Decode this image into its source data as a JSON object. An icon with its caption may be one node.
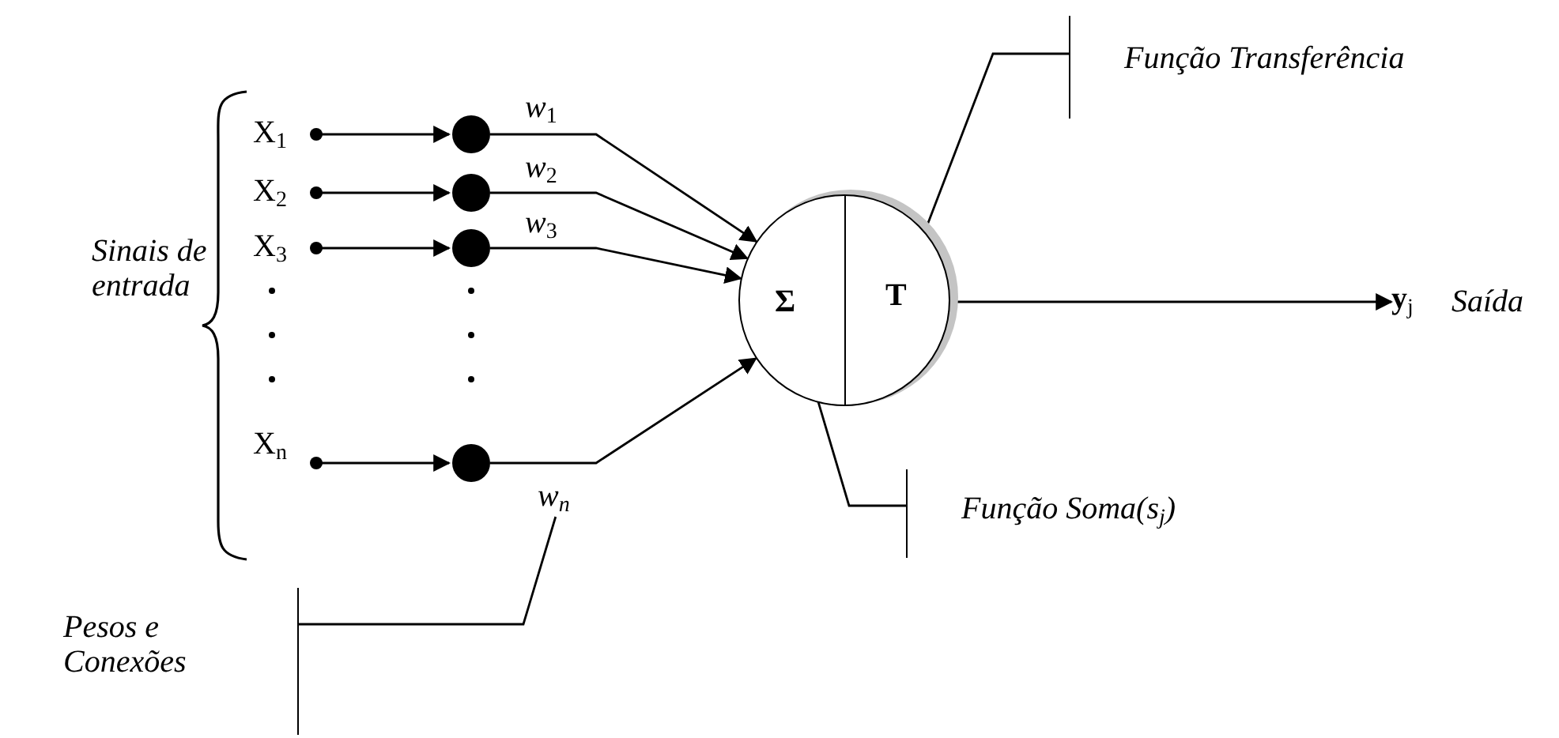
{
  "diagram": {
    "nodes": [
      {
        "text": [
          "X$_{1}$"
        ]
      },
      {
        "text": [
          "X$_{2}$"
        ]
      },
      {
        "text": [
          "X$_{3}$"
        ]
      },
      {
        "text": [
          "X$_{n}$"
        ]
      },
      {
        "text": [],
        "shape": "circle"
      },
      {
        "text": [],
        "shape": "circle"
      },
      {
        "text": [],
        "shape": "circle"
      },
      {
        "text": [],
        "shape": "circle"
      },
      {
        "text": [],
        "shape": "circle"
      },
      {
        "text": [
          "Σ"
        ],
        "in": 8
      },
      {
        "text": [
          "T"
        ],
        "in": 8
      },
      {
        "text": [
          "**y**$_{j}$"
        ],
        "beside": [
          "Saída"
        ]
      },
      {
        "text": [
          "*w*$_{n}$"
        ]
      },
      {
        "text": [
          "Pesos e Conexões"
        ]
      },
      {
        "text": [
          "Função Soma(s$_{j}$)"
        ]
      },
      {
        "text": [
          "Função Transferência"
        ]
      }
    ],
    "edges": [
      {
        "from": 0,
        "to": 4,
        "arrow": "to"
      },
      {
        "from": 1,
        "to": 5,
        "arrow": "to"
      },
      {
        "from": 2,
        "to": 6,
        "arrow": "to"
      },
      {
        "from": 3,
        "to": 7,
        "arrow": "to"
      },
      {
        "from": 4,
        "to": 8,
        "arrow": "to",
        "label": "*w*$_{1}$"
      },
      {
        "from": 5,
        "to": 8,
        "arrow": "to",
        "label": "*w*$_{2}$"
      },
      {
        "from": 6,
        "to": 8,
        "arrow": "to",
        "label": "*w*$_{3}$"
      },
      {
        "from": 7,
        "to": 8,
        "arrow": "to"
      },
      {
        "from": 8,
        "to": 11,
        "arrow": "to"
      },
      {
        "from": 13,
        "to": 12,
        "arrow": "none"
      },
      {
        "from": 14,
        "to": 9,
        "arrow": "none"
      },
      {
        "from": 15,
        "to": 10,
        "arrow": "none"
      }
    ],
    "labels": [
      "Sinais de entrada"
    ]
  }
}
